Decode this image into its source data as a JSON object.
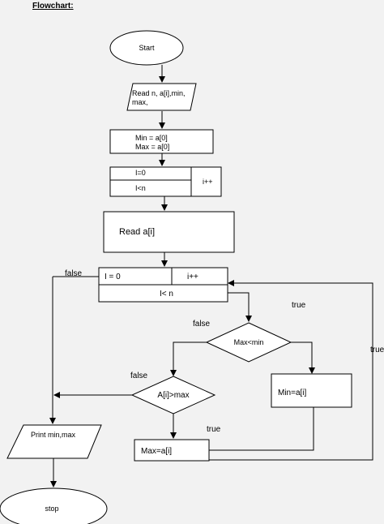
{
  "title": "Flowchart:",
  "nodes": {
    "start": "Start",
    "read_input_line1": "Read n, a[i],min,",
    "read_input_line2": "max,",
    "init_line1": "Min = a[0]",
    "init_line2": "Max = a[0]",
    "loop1_init": "I=0",
    "loop1_incr": "i++",
    "loop1_cond": "I<n",
    "read_ai": "Read a[i]",
    "loop2_init": "I = 0",
    "loop2_incr": "i++",
    "loop2_cond": "I< n",
    "decision_min": "Max<min",
    "decision_max": "A[i]>max",
    "assign_min": "Min=a[i]",
    "assign_max": "Max=a[i]",
    "print": "Print min,max",
    "stop": "stop"
  },
  "edge_labels": {
    "loop2_false": "false",
    "loop2_true": "true",
    "min_false": "false",
    "min_true": "true",
    "max_false": "false",
    "max_true": "true"
  }
}
